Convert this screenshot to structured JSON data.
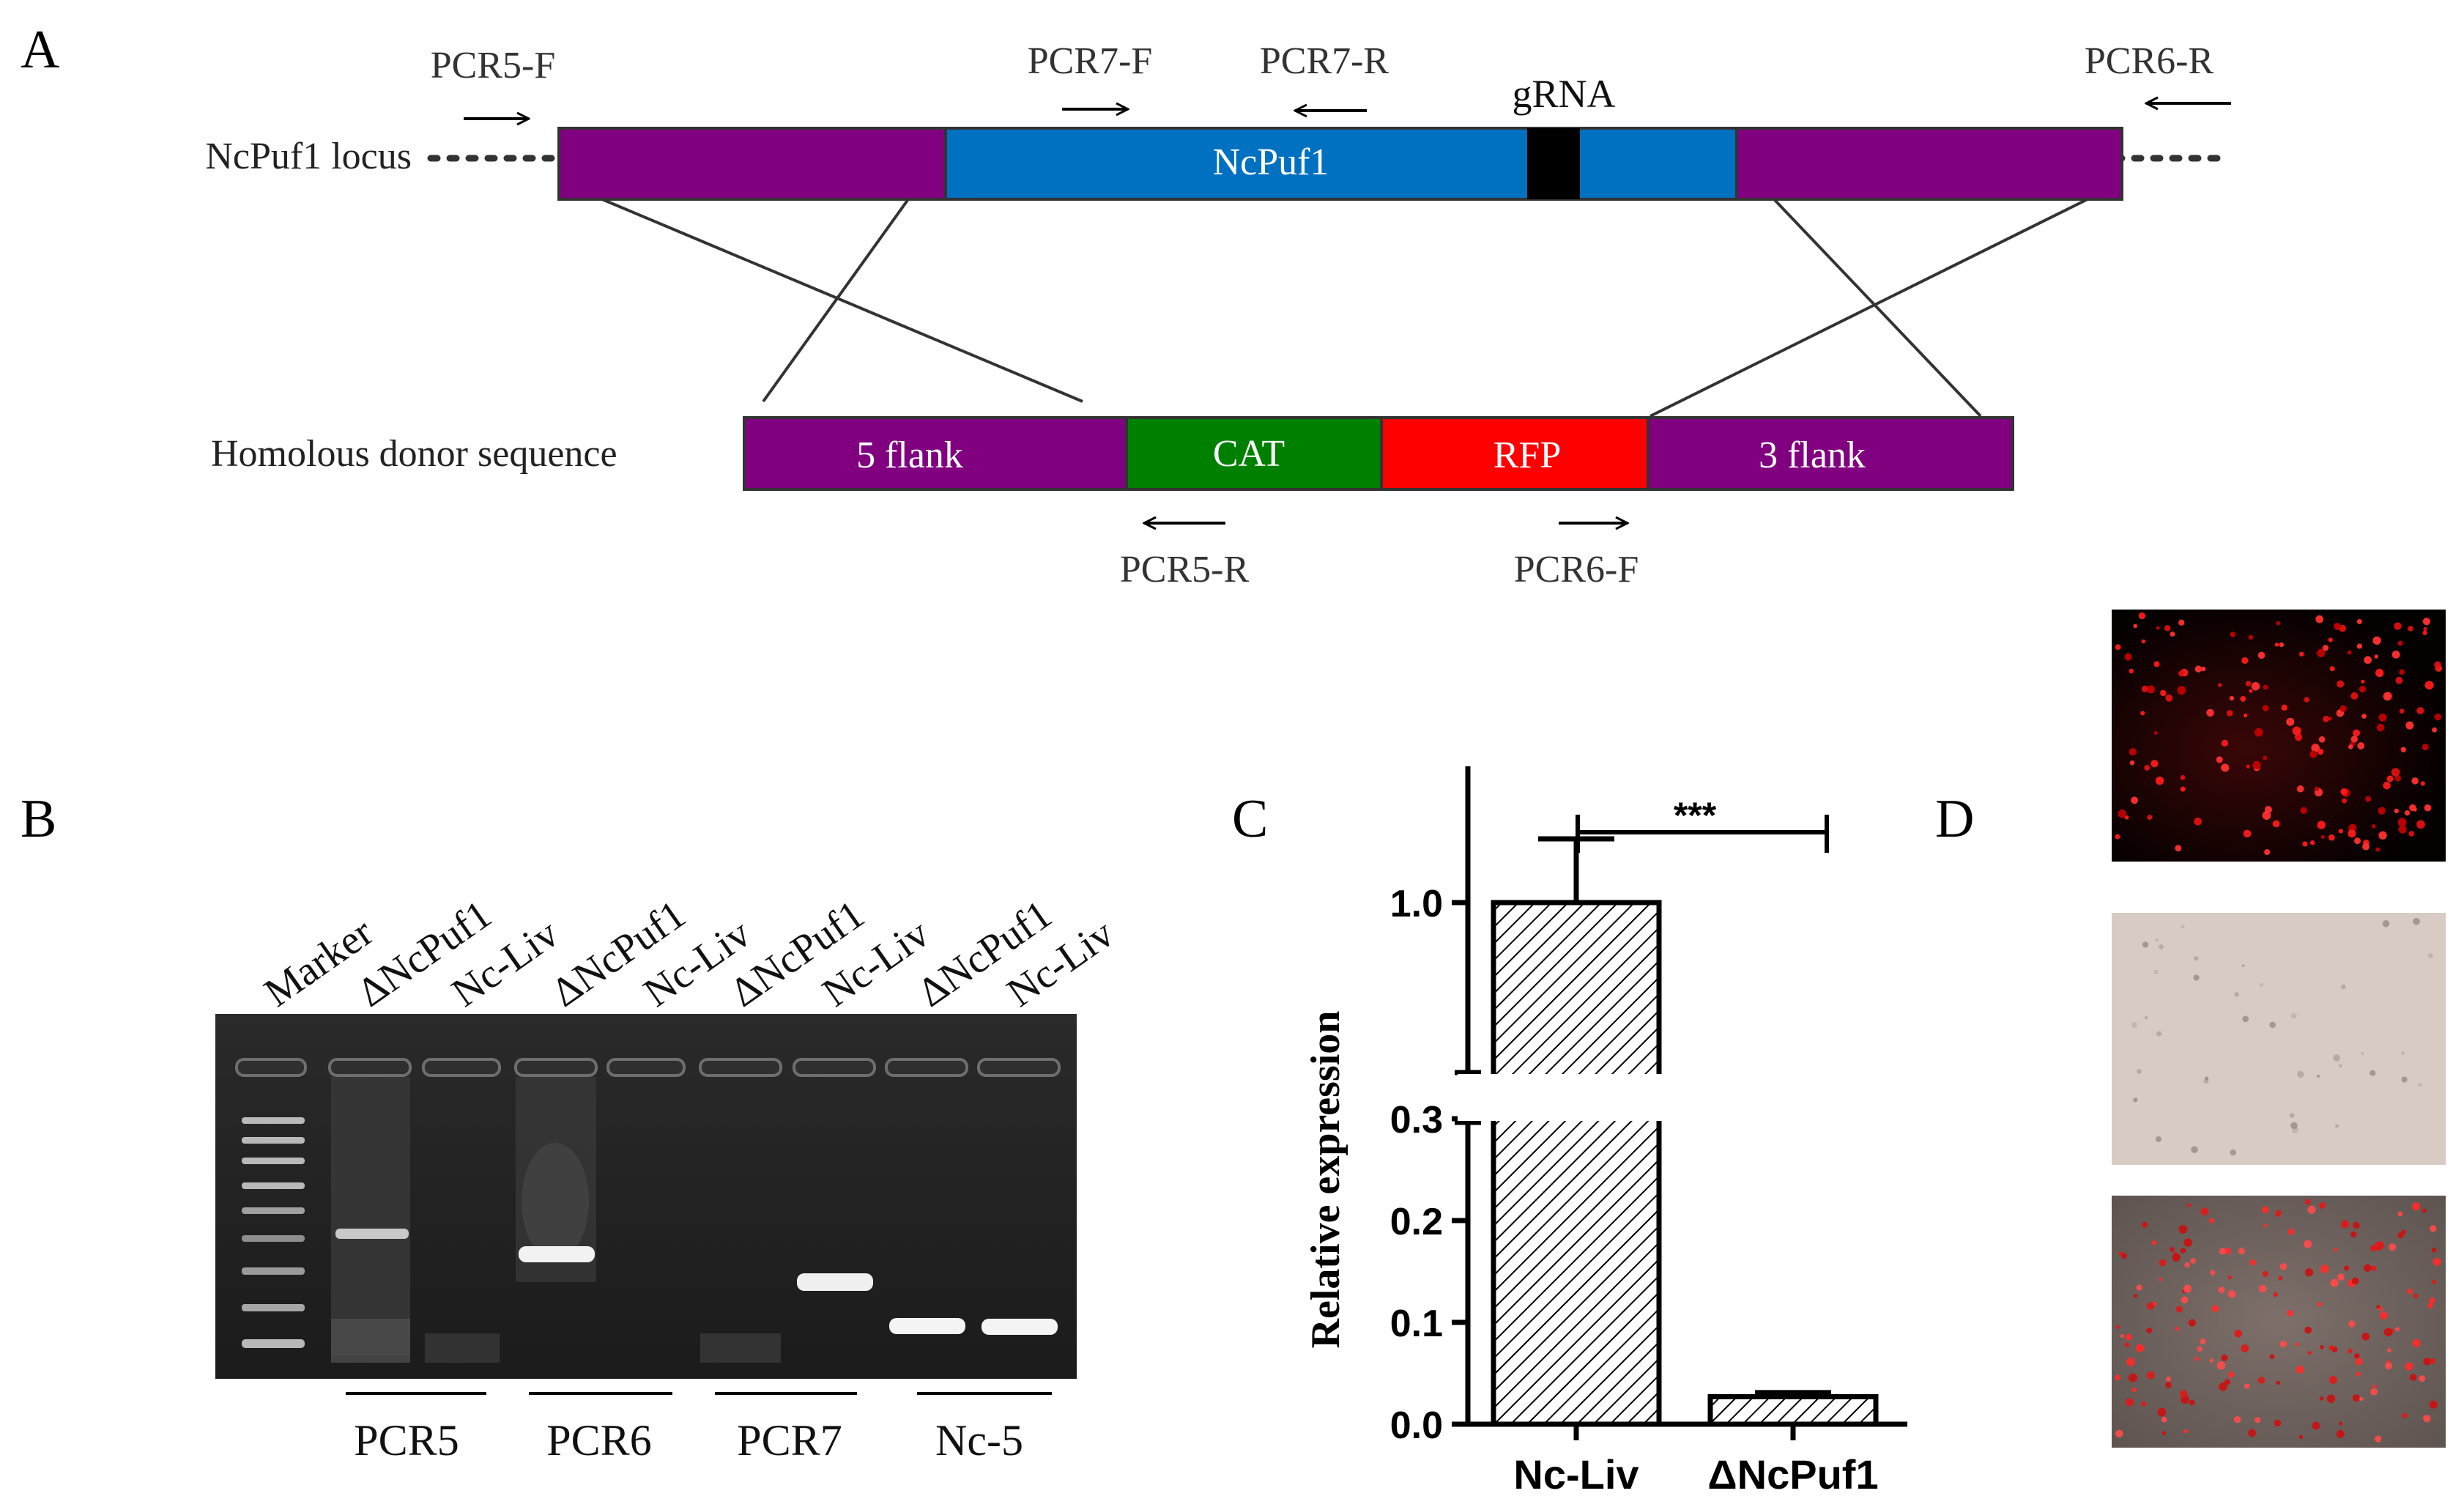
{
  "panels": {
    "a": "A",
    "b": "B",
    "c": "C",
    "d": "D"
  },
  "panel_a": {
    "locus_label": "NcPuf1 locus",
    "donor_label": "Homolous donor sequence",
    "gene_label": "NcPuf1",
    "grna_label": "gRNA",
    "donor_segments": [
      "5 flank",
      "CAT",
      "RFP",
      "3 flank"
    ],
    "primers": {
      "pcr5_f": "PCR5-F",
      "pcr7_f": "PCR7-F",
      "pcr7_r": "PCR7-R",
      "pcr6_r": "PCR6-R",
      "pcr5_r": "PCR5-R",
      "pcr6_f": "PCR6-F"
    },
    "colors": {
      "flank": "#800080",
      "gene": "#0070C0",
      "grna": "#000000",
      "cat": "#008000",
      "rfp": "#FF0000",
      "outline": "#333333"
    }
  },
  "panel_b": {
    "lane_labels": [
      "Marker",
      "ΔNcPuf1",
      "Nc-Liv",
      "ΔNcPuf1",
      "Nc-Liv",
      "ΔNcPuf1",
      "Nc-Liv",
      "ΔNcPuf1",
      "Nc-Liv"
    ],
    "group_labels": [
      "PCR5",
      "PCR6",
      "PCR7",
      "Nc-5"
    ]
  },
  "panel_c": {
    "ylabel": "Relative expression",
    "significance": "***",
    "y_ticks_upper": [
      "1.0"
    ],
    "y_ticks_lower": [
      "0.3",
      "0.2",
      "0.1",
      "0.0"
    ]
  },
  "chart_data": {
    "type": "bar",
    "categories": [
      "Nc-Liv",
      "ΔNcPuf1"
    ],
    "values": [
      1.0,
      0.027
    ],
    "errors": [
      0.06,
      0.004
    ],
    "ylabel": "Relative expression",
    "y_axis_break": [
      0.3,
      1.0
    ],
    "significance": "***",
    "bar_fill": "diagonal hatch"
  }
}
